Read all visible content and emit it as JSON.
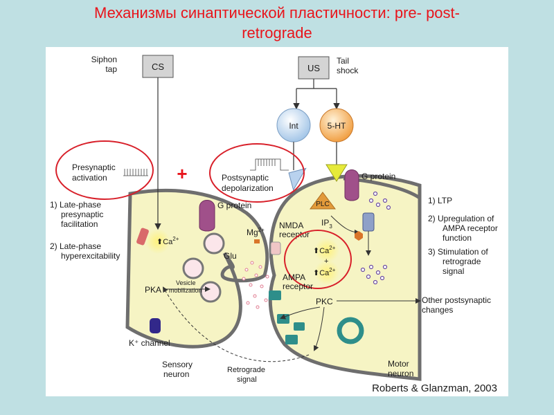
{
  "title_line1": "Механизмы синаптической пластичности: pre- post-",
  "title_line2": "retrograde",
  "labels": {
    "siphon_tap_1": "Siphon",
    "siphon_tap_2": "tap",
    "cs": "CS",
    "us": "US",
    "tail_shock_1": "Tail",
    "tail_shock_2": "shock",
    "int": "Int",
    "ht5": "5-HT",
    "presyn_act_1": "Presynaptic",
    "presyn_act_2": "activation",
    "plus": "+",
    "postsyn_dep_1": "Postsynaptic",
    "postsyn_dep_2": "depolarization",
    "g_protein_pre": "G protein",
    "g_protein_post": "G protein",
    "list_left_1a": "1)  Late-phase",
    "list_left_1b": "presynaptic",
    "list_left_1c": "facilitation",
    "list_left_2a": "2)  Late-phase",
    "list_left_2b": "hyperexcitability",
    "ca_pre": "Ca",
    "sup_2plus": "2+",
    "mg": "Mg",
    "nmda_1": "NMDA",
    "nmda_2": "receptor",
    "glu": "Glu",
    "plc": "PLC",
    "ip3": "IP",
    "ip3_sub": "3",
    "ca_post1": "Ca",
    "ca_plus": "+",
    "ca_post2": "Ca",
    "ampa_1": "AMPA",
    "ampa_2": "receptor",
    "pka": "PKA",
    "vesicle_1": "Vesicle",
    "vesicle_2": "mobilization",
    "pkc": "PKC",
    "other_1": "Other postsynaptic",
    "other_2": "changes",
    "k_channel": "K⁺ channel",
    "sensory_1": "Sensory",
    "sensory_2": "neuron",
    "retro_1": "Retrograde",
    "retro_2": "signal",
    "motor_1": "Motor",
    "motor_2": "neuron",
    "list_right_1": "1)  LTP",
    "list_right_2a": "2)  Upregulation of",
    "list_right_2b": "AMPA receptor",
    "list_right_2c": "function",
    "list_right_3a": "3)  Stimulation of",
    "list_right_3b": "retrograde",
    "list_right_3c": "signal",
    "citation": "Roberts & Glanzman, 2003"
  },
  "colors": {
    "title": "#e8141b",
    "background": "#bfe0e3",
    "cell_fill": "#f6f4c4",
    "highlight_circle": "#d8202a",
    "membrane": "#6e6e6e",
    "g_protein": "#a0508a",
    "receptor_teal": "#2e8e8a"
  }
}
